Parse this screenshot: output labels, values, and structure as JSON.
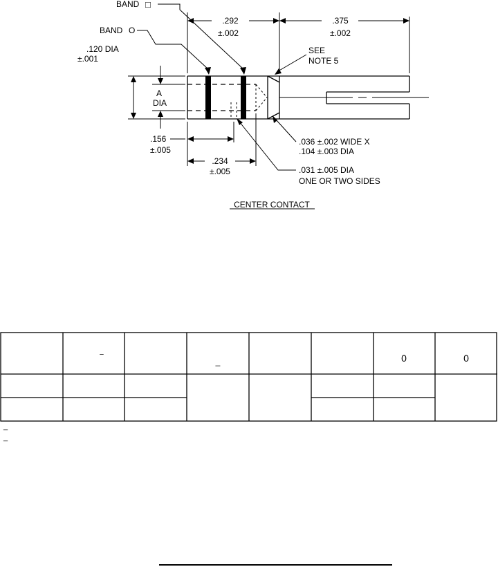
{
  "labels": {
    "band_square": "BAND",
    "band_circle": "BAND",
    "dim_292": ".292",
    "tol_292": "±.002",
    "dim_375": ".375",
    "tol_375": "±.002",
    "dia_120": ".120 DIA",
    "tol_120": "±.001",
    "see": "SEE",
    "note5": "NOTE 5",
    "a": "A",
    "dia": "DIA",
    "dim_156": ".156",
    "tol_156": "±.005",
    "dim_234": ".234",
    "tol_234": "±.005",
    "slot_line1": ".036 ±.002 WIDE  X",
    "slot_line2": ".104 ±.003 DIA",
    "hole_line1": ".031 ±.005 DIA",
    "hole_line2": "ONE OR TWO SIDES",
    "caption": "CENTER CONTACT"
  },
  "symbols": {
    "square_symbol": "□",
    "circle_symbol": "O",
    "header_square_symbol": "0",
    "header_circle_symbol": "0"
  },
  "table": {
    "header_dash_1": "‾",
    "header_dash_2": "_",
    "footnote_marks": [
      "_",
      "_"
    ]
  }
}
